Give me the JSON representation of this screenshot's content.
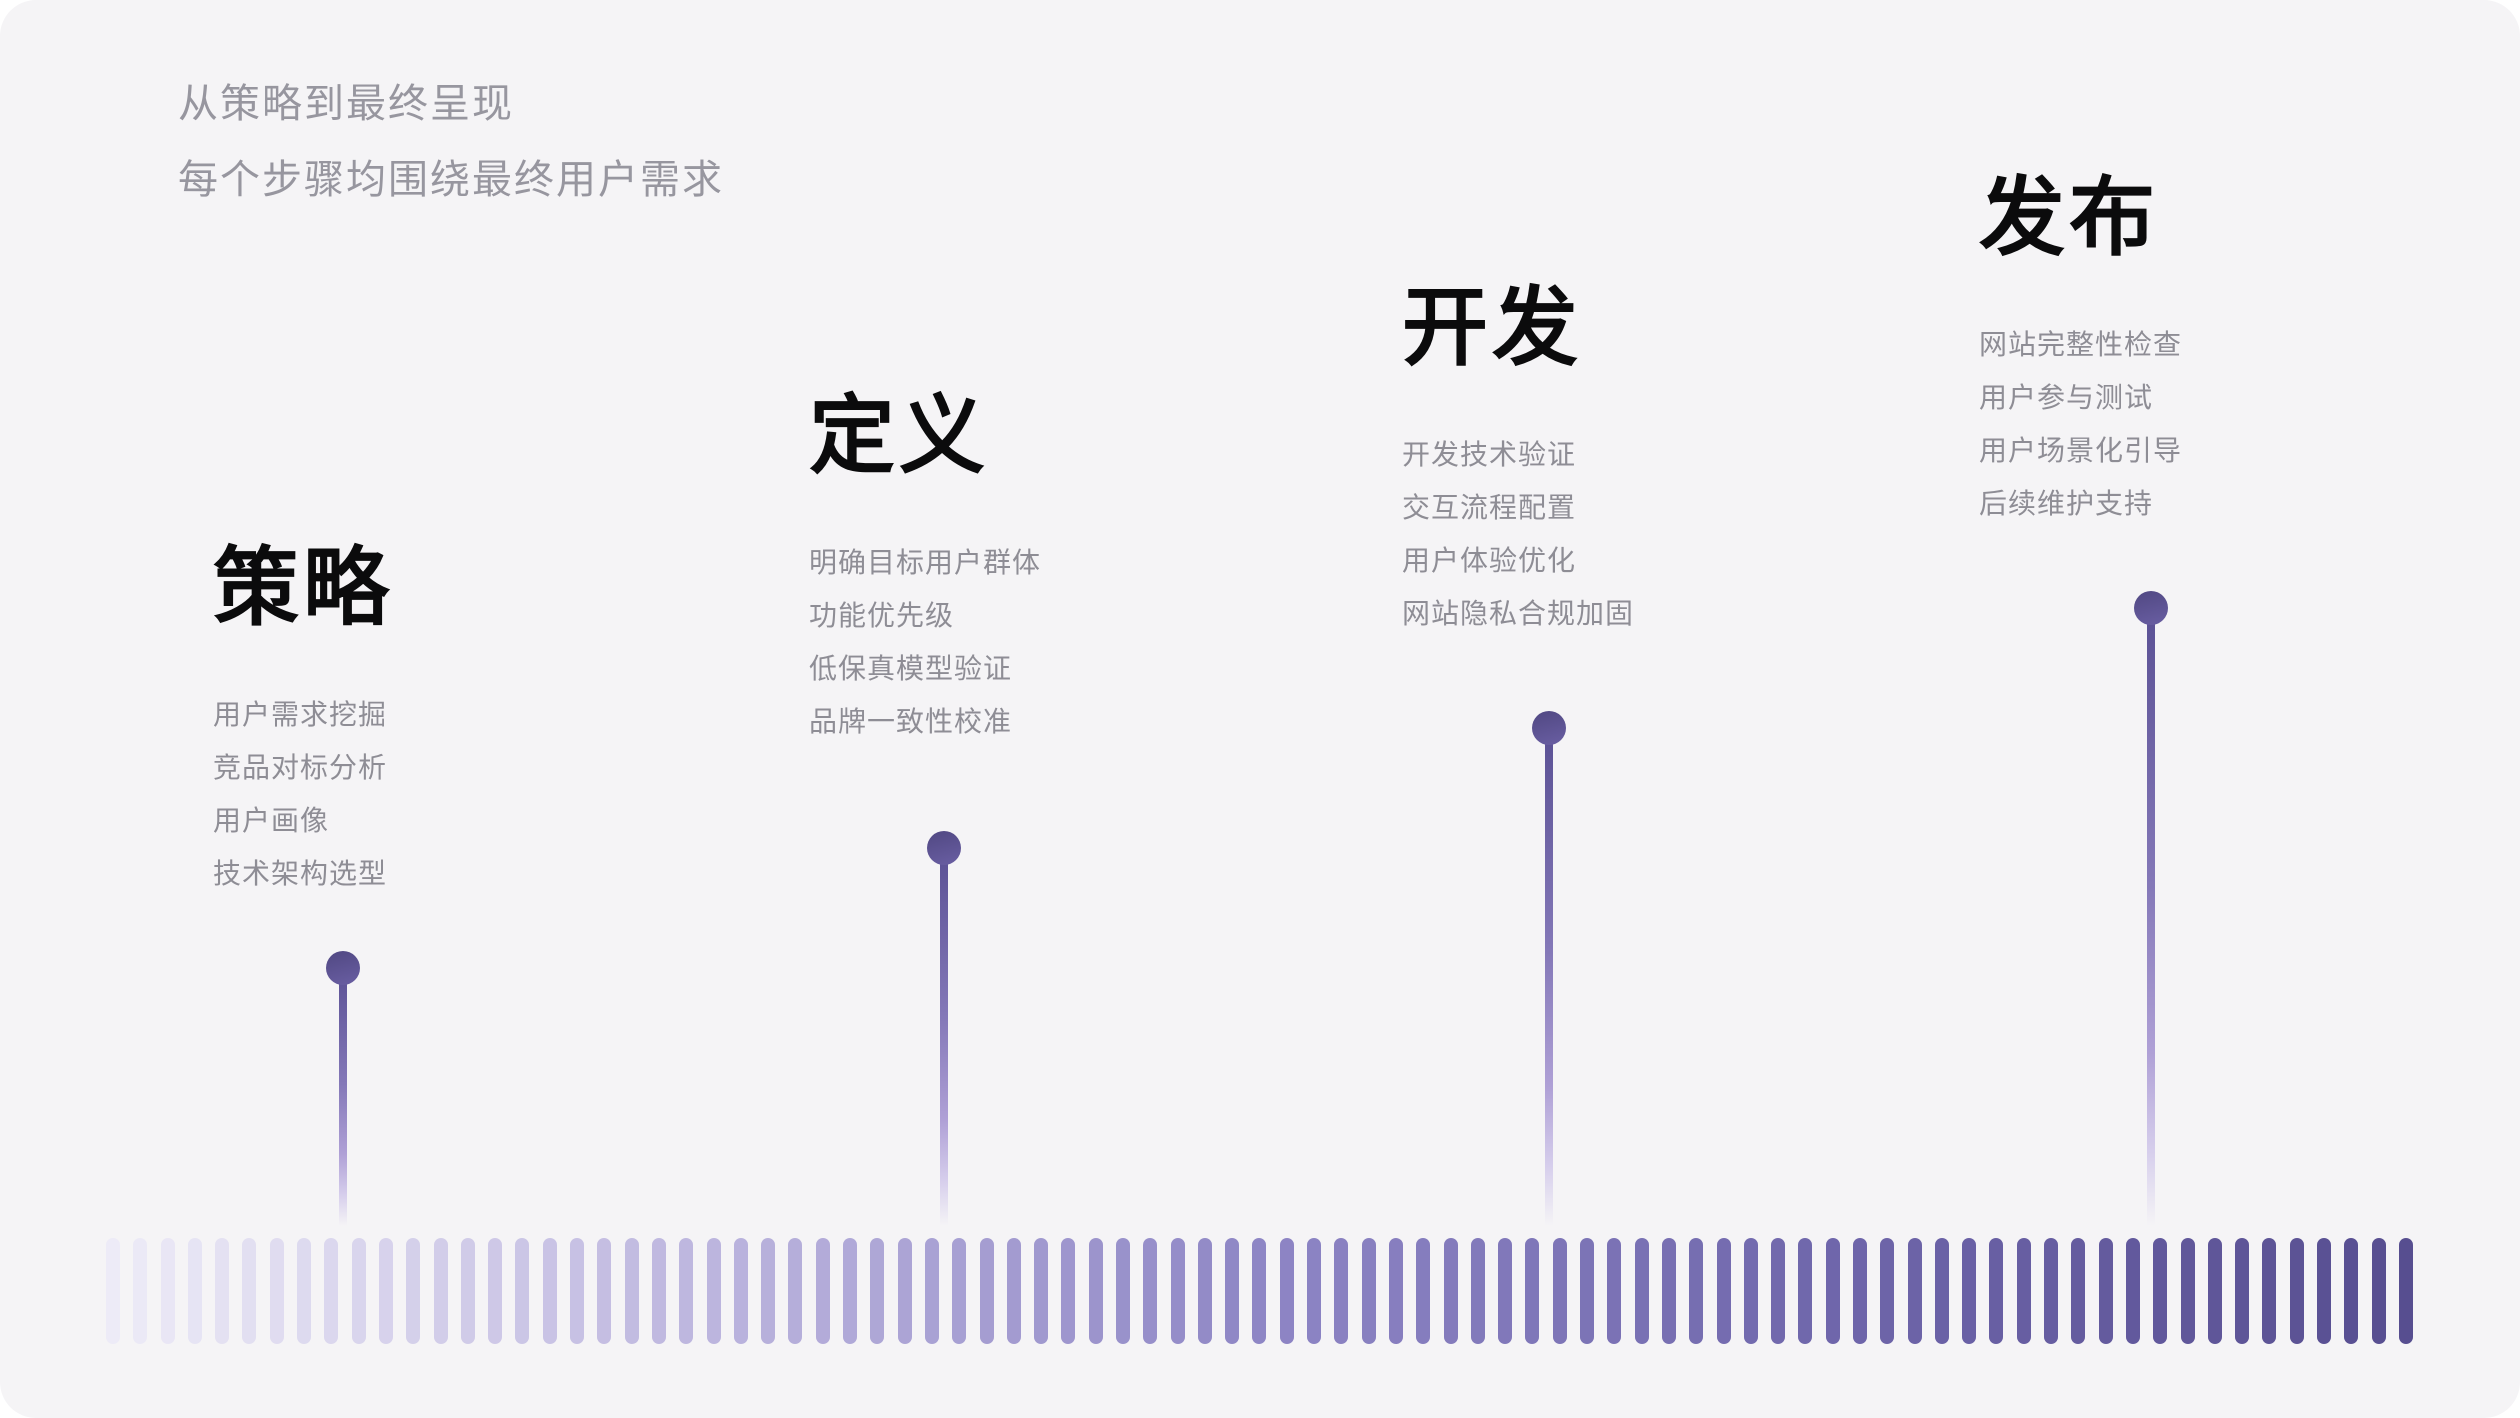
{
  "header": {
    "subtitle_line1": "从策略到最终呈现",
    "subtitle_line2": "每个步骤均围绕最终用户需求"
  },
  "stages": [
    {
      "title": "策略",
      "items": [
        "用户需求挖掘",
        "竞品对标分析",
        "用户画像",
        "技术架构选型"
      ]
    },
    {
      "title": "定义",
      "items": [
        "明确目标用户群体",
        "功能优先级",
        "低保真模型验证",
        "品牌一致性校准"
      ]
    },
    {
      "title": "开发",
      "items": [
        "开发技术验证",
        "交互流程配置",
        "用户体验优化",
        "网站隐私合规加固"
      ]
    },
    {
      "title": "发布",
      "items": [
        "网站完整性检查",
        "用户参与测试",
        "用户场景化引导",
        "后续维护支持"
      ]
    }
  ],
  "timeline": {
    "bar_count": 85,
    "gradient_stops": [
      "#EDEBF7",
      "#BEB7DF",
      "#8E86C5",
      "#6F66AB",
      "#574E90"
    ]
  },
  "colors": {
    "background": "#F5F4F6",
    "heading": "#0B0B0C",
    "subtitle": "#97969F",
    "item_text": "#8E8D95",
    "dot": "#574E8E"
  }
}
